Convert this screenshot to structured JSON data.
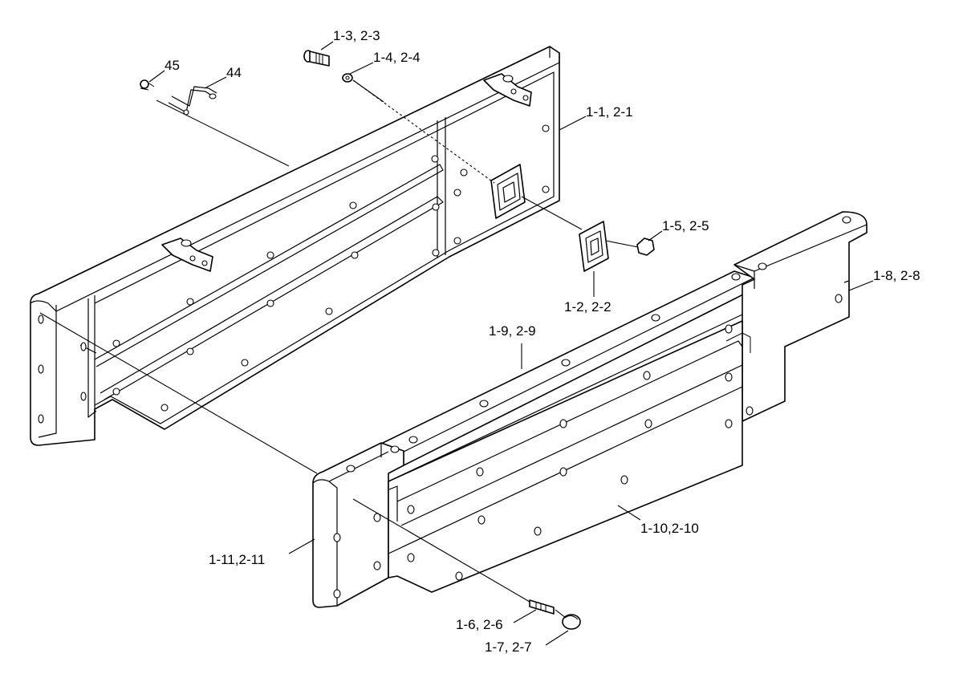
{
  "callouts": {
    "c45": "45",
    "c44": "44",
    "c1_3": "1-3, 2-3",
    "c1_4": "1-4, 2-4",
    "c1_1": "1-1, 2-1",
    "c1_5": "1-5, 2-5",
    "c1_2": "1-2, 2-2",
    "c1_8": "1-8, 2-8",
    "c1_9": "1-9, 2-9",
    "c1_10": "1-10,2-10",
    "c1_11": "1-11,2-11",
    "c1_6": "1-6, 2-6",
    "c1_7": "1-7, 2-7"
  }
}
